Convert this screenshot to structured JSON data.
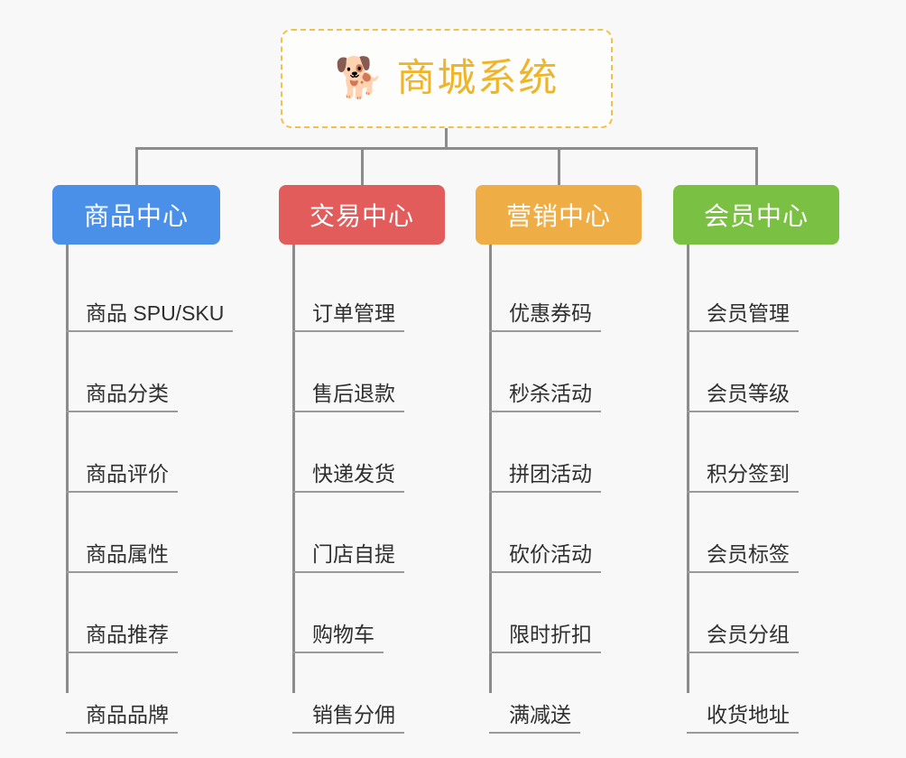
{
  "page": {
    "background_color": "#f8f8f8",
    "connector_color": "#8c8c8c",
    "leaf_underline_color": "#9a9a9a",
    "leaf_text_color": "#2f2f2f"
  },
  "root": {
    "icon": "dog-face-emoji",
    "icon_glyph": "🐕",
    "title": "商城系统",
    "title_color": "#f0b429",
    "border_color": "#f0c14b",
    "border_style": "dashed"
  },
  "categories": [
    {
      "id": "product-center",
      "label": "商品中心",
      "color": "#4a90e8",
      "items": [
        "商品 SPU/SKU",
        "商品分类",
        "商品评价",
        "商品属性",
        "商品推荐",
        "商品品牌"
      ]
    },
    {
      "id": "trade-center",
      "label": "交易中心",
      "color": "#e25c5c",
      "items": [
        "订单管理",
        "售后退款",
        "快递发货",
        "门店自提",
        "购物车",
        "销售分佣"
      ]
    },
    {
      "id": "marketing-center",
      "label": "营销中心",
      "color": "#eead45",
      "items": [
        "优惠券码",
        "秒杀活动",
        "拼团活动",
        "砍价活动",
        "限时折扣",
        "满减送"
      ]
    },
    {
      "id": "member-center",
      "label": "会员中心",
      "color": "#7ac143",
      "items": [
        "会员管理",
        "会员等级",
        "积分签到",
        "会员标签",
        "会员分组",
        "收货地址"
      ]
    }
  ]
}
